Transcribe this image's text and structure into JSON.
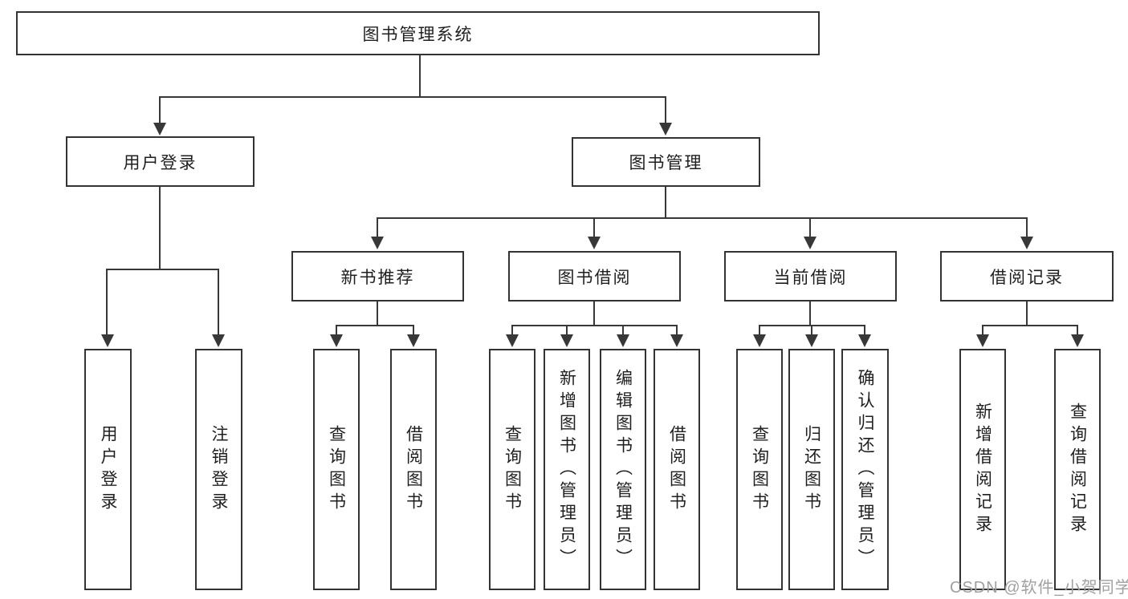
{
  "diagram": {
    "title": "图书管理系统",
    "level2": [
      "用户登录",
      "图书管理"
    ],
    "level3": [
      "新书推荐",
      "图书借阅",
      "当前借阅",
      "借阅记录"
    ],
    "leaves": {
      "login": [
        "用户登录",
        "注销登录"
      ],
      "recommend": [
        "查询图书",
        "借阅图书"
      ],
      "borrow": [
        "查询图书",
        "新增图书（管理员）",
        "编辑图书（管理员）",
        "借阅图书"
      ],
      "current": [
        "查询图书",
        "归还图书",
        "确认归还（管理员）"
      ],
      "records": [
        "新增借阅记录",
        "查询借阅记录"
      ]
    },
    "colors": {
      "line": "#383838",
      "box_border": "#333333",
      "text": "#1f1f1f",
      "watermark": "#a0a0a0",
      "background": "#ffffff"
    }
  },
  "watermark": "CSDN @软件_小贺同学"
}
